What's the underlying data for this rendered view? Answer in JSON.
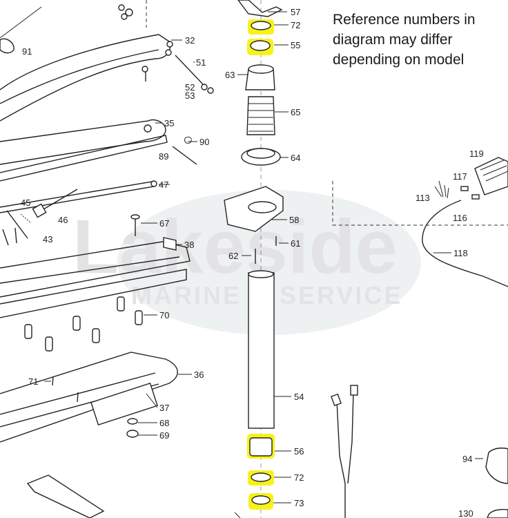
{
  "note": {
    "line1": "Reference numbers in",
    "line2": "diagram may differ",
    "line3": "depending on model"
  },
  "watermark": {
    "brand": "Lakeside",
    "tagline": "MARINE & SERVICE"
  },
  "callouts": {
    "c57": "57",
    "c72a": "72",
    "c55": "55",
    "c63": "63",
    "c65": "65",
    "c64": "64",
    "c58": "58",
    "c61": "61",
    "c62": "62",
    "c54": "54",
    "c56": "56",
    "c72b": "72",
    "c73": "73",
    "c91": "91",
    "c32": "32",
    "c51": "51",
    "c52": "52",
    "c53": "53",
    "c35": "35",
    "c90": "90",
    "c89": "89",
    "c47": "47",
    "c45": "45",
    "c46": "46",
    "c43": "43",
    "c67": "67",
    "c38": "38",
    "c70": "70",
    "c36": "36",
    "c71": "71",
    "c37": "37",
    "c68": "68",
    "c69": "69",
    "c119": "119",
    "c117": "117",
    "c113": "113",
    "c116": "116",
    "c118": "118",
    "c94": "94",
    "c130": "130"
  },
  "highlight_color": "#f6f21a"
}
